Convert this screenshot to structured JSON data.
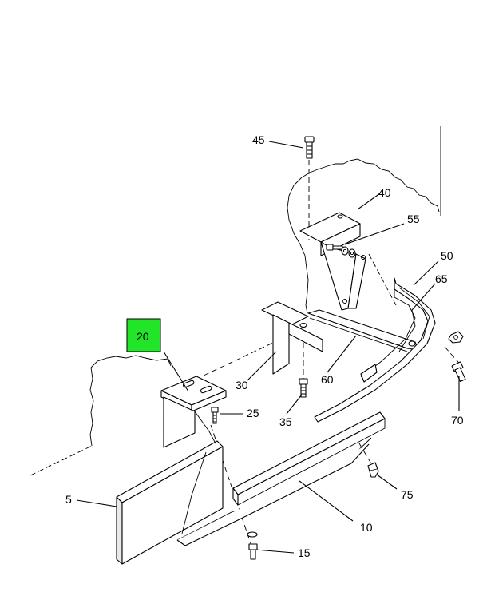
{
  "diagram": {
    "highlight_color": "#22e52a",
    "highlighted_callout": "20",
    "callouts": {
      "c5": "5",
      "c10": "10",
      "c15": "15",
      "c20": "20",
      "c25": "25",
      "c30": "30",
      "c35": "35",
      "c40": "40",
      "c45": "45",
      "c50": "50",
      "c55": "55",
      "c60": "60",
      "c65": "65",
      "c70": "70",
      "c75": "75"
    }
  }
}
